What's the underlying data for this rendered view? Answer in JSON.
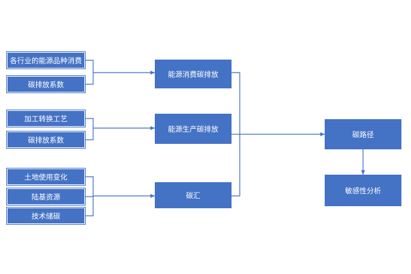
{
  "colors": {
    "box_fill": "#4472c4",
    "connector": "#4472c4",
    "background": "#ffffff"
  },
  "inputs": {
    "energy_use_by_industry": "各行业的能源品种消费",
    "carbon_factor_1": "碳排放系数",
    "processing_transformation": "加工转换工艺",
    "carbon_factor_2": "碳排放系数",
    "land_use_change": "土地使用变化",
    "terrestrial_resources": "陆基资源",
    "technology_storage": "技术储碳"
  },
  "middle": {
    "energy_consumption_emission": "能源消费碳排放",
    "energy_production_emission": "能源生产碳排放",
    "carbon_sink": "碳汇"
  },
  "outputs": {
    "carbon_pathway": "碳路径",
    "sensitivity_analysis": "敏感性分析"
  }
}
